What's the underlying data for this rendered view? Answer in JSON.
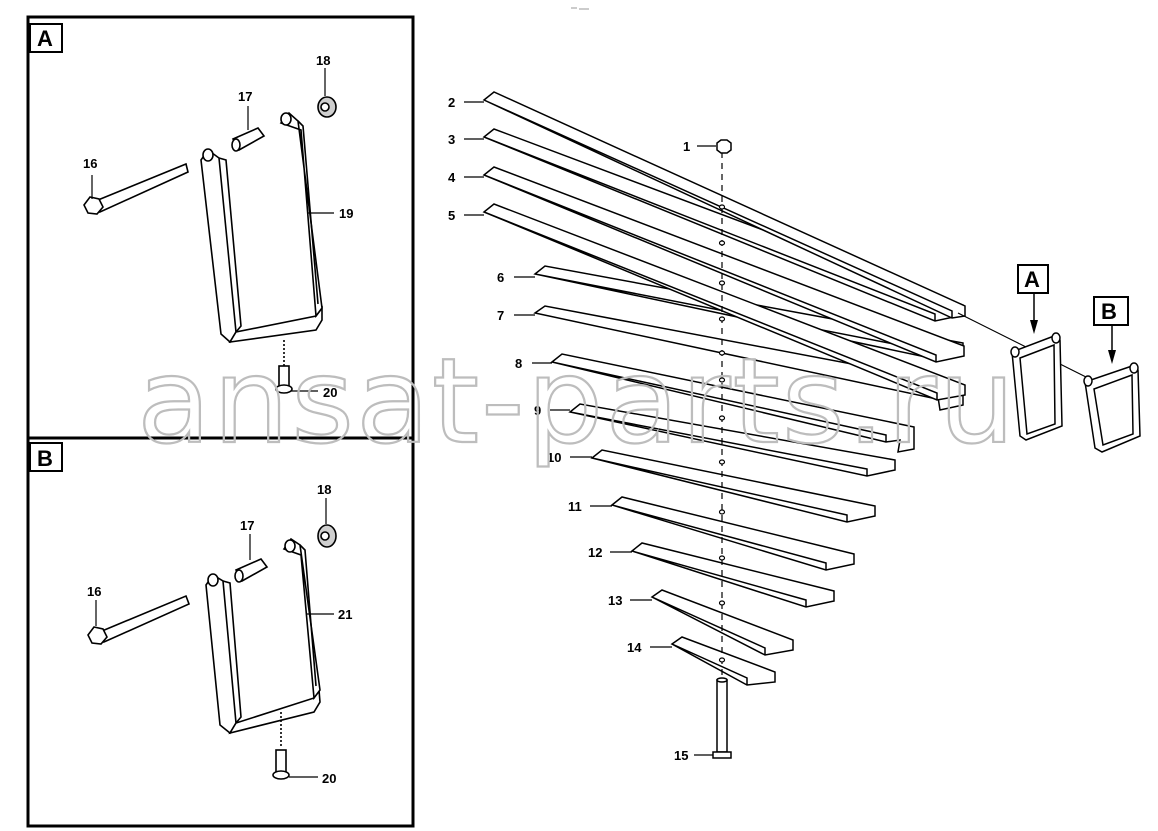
{
  "detail_a": {
    "letter": "A",
    "callouts": {
      "p16": "16",
      "p17": "17",
      "p18": "18",
      "p19": "19",
      "p20": "20"
    }
  },
  "detail_b": {
    "letter": "B",
    "callouts": {
      "p16": "16",
      "p17": "17",
      "p18": "18",
      "p21": "21",
      "p20": "20"
    }
  },
  "spring_callouts": [
    "1",
    "2",
    "3",
    "4",
    "5",
    "6",
    "7",
    "8",
    "9",
    "10",
    "11",
    "12",
    "13",
    "14",
    "15"
  ],
  "markers": {
    "a": "A",
    "b": "B"
  },
  "watermark": "ansat-parts.ru",
  "colors": {
    "line": "#000000",
    "part_fill": "#ffffff",
    "watermark": "#bdbdbd"
  }
}
